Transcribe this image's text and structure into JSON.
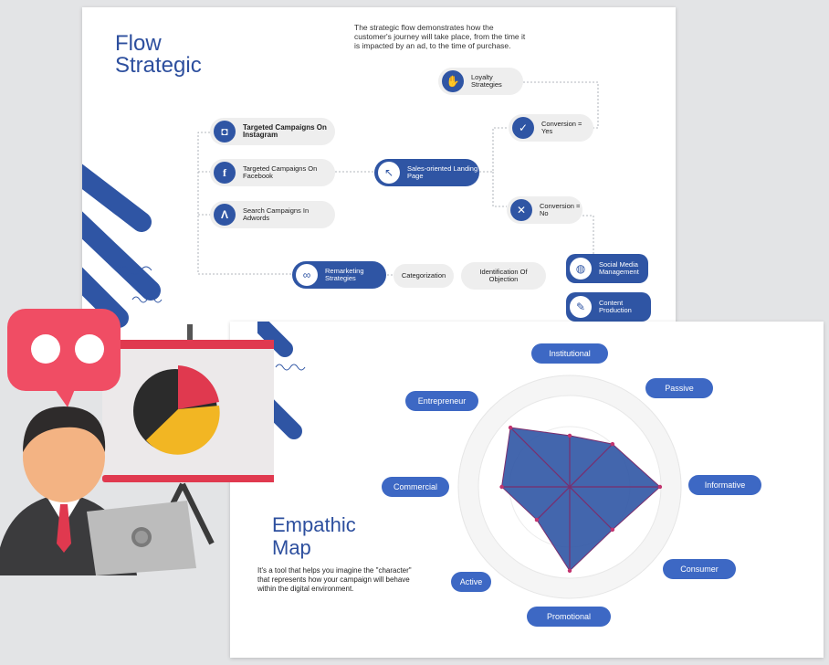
{
  "flow": {
    "title_line1": "Flow",
    "title_line2": "Strategic",
    "description": "The strategic flow demonstrates how the customer's journey will take place, from the time it is impacted by an ad, to the time of purchase.",
    "nodes": {
      "instagram": {
        "label": "Targeted Campaigns On Instagram",
        "icon": "instagram-icon"
      },
      "facebook": {
        "label": "Targeted Campaigns On Facebook",
        "icon": "facebook-icon"
      },
      "adwords": {
        "label": "Search Campaigns In Adwords",
        "icon": "adwords-icon"
      },
      "landing": {
        "label": "Sales-oriented Landing Page",
        "icon": "cursor-click-icon"
      },
      "loyalty": {
        "label": "Loyalty Strategies",
        "icon": "handshake-icon"
      },
      "conv_yes": {
        "label": "Conversion = Yes",
        "icon": "check-icon"
      },
      "conv_no": {
        "label": "Conversion = No",
        "icon": "x-icon"
      },
      "remarketing": {
        "label": "Remarketing Strategies",
        "icon": "link-icon"
      },
      "categorization": {
        "label": "Categorization"
      },
      "objection": {
        "label": "Identification Of Objection"
      },
      "social": {
        "label": "Social Media Management",
        "icon": "globe-icon"
      },
      "content": {
        "label": "Content Production",
        "icon": "pencil-icon"
      }
    }
  },
  "empathic": {
    "title_line1": "Empathic",
    "title_line2": "Map",
    "description": "It's a tool that helps you imagine the \"character\" that represents how your campaign will behave within the digital environment.",
    "axes": [
      {
        "label": "Institutional",
        "value": 0.55
      },
      {
        "label": "Passive",
        "value": 0.65
      },
      {
        "label": "Informative",
        "value": 0.97
      },
      {
        "label": "Consumer",
        "value": 0.65
      },
      {
        "label": "Promotional",
        "value": 0.9
      },
      {
        "label": "Active",
        "value": 0.5
      },
      {
        "label": "Commercial",
        "value": 0.73
      },
      {
        "label": "Entrepreneur",
        "value": 0.9
      }
    ],
    "colors": {
      "fill": "#2f55a4",
      "line": "#7a2e6e",
      "pill": "#3d68c4"
    }
  }
}
